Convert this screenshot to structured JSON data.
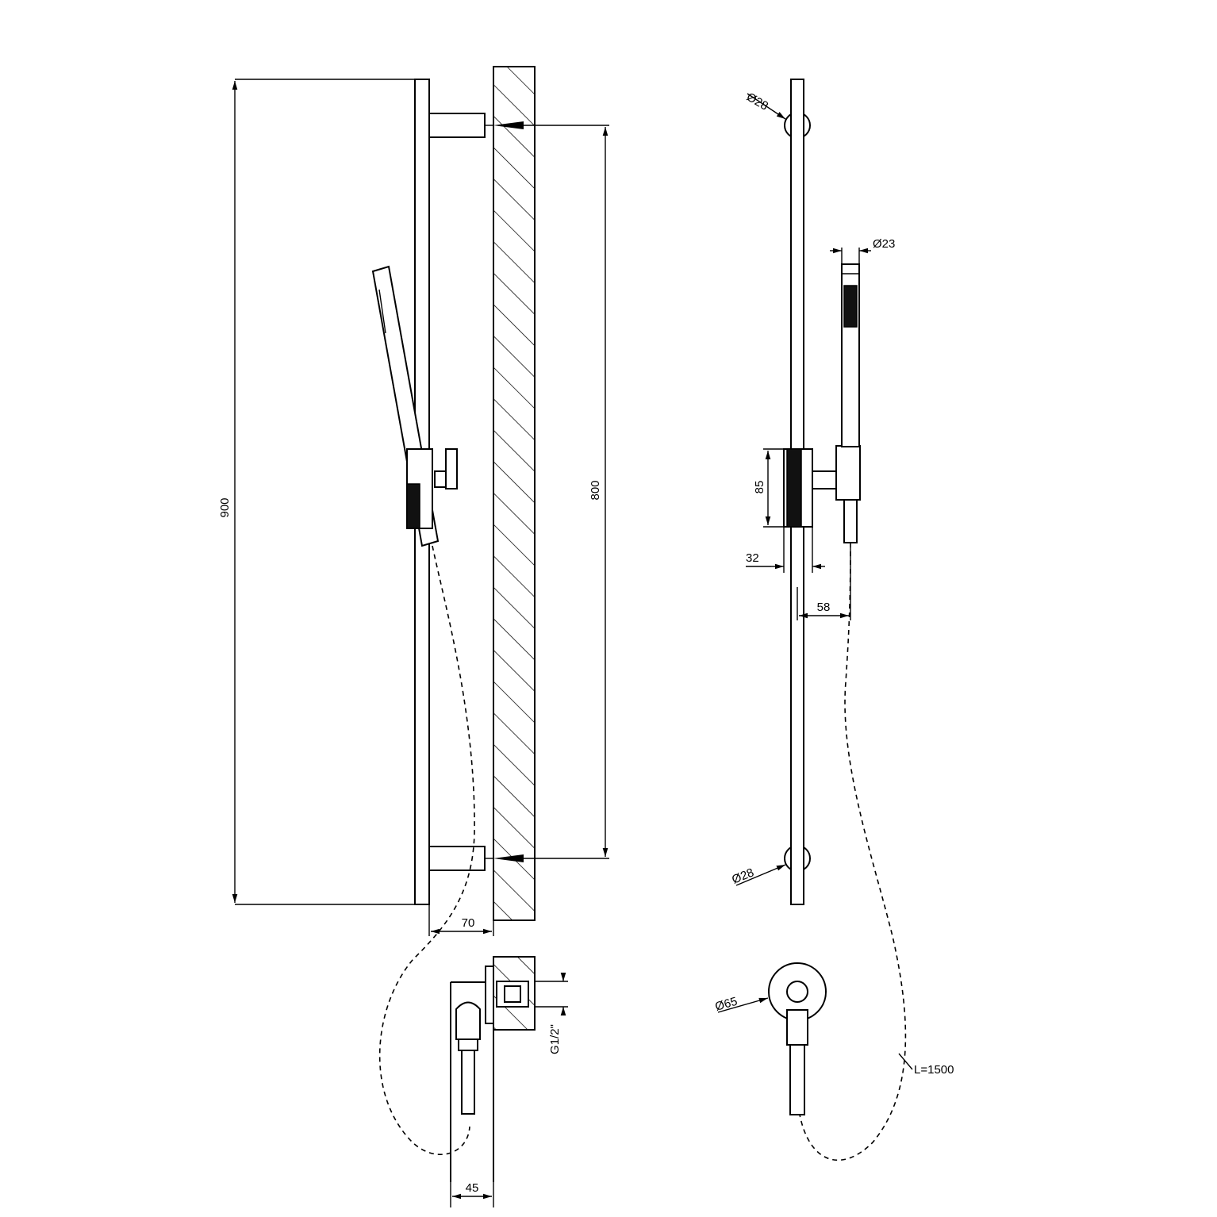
{
  "dimensions": {
    "overall_height": "900",
    "bracket_spacing": "800",
    "wall_offset": "70",
    "outlet_offset": "45",
    "thread": "G1/2\"",
    "rail_diameter_top": "Ø28",
    "rail_diameter_bottom": "Ø28",
    "handshower_diameter": "Ø23",
    "slider_height": "85",
    "slider_depth": "32",
    "holder_offset": "58",
    "flange_diameter": "Ø65",
    "hose_length": "L=1500"
  }
}
